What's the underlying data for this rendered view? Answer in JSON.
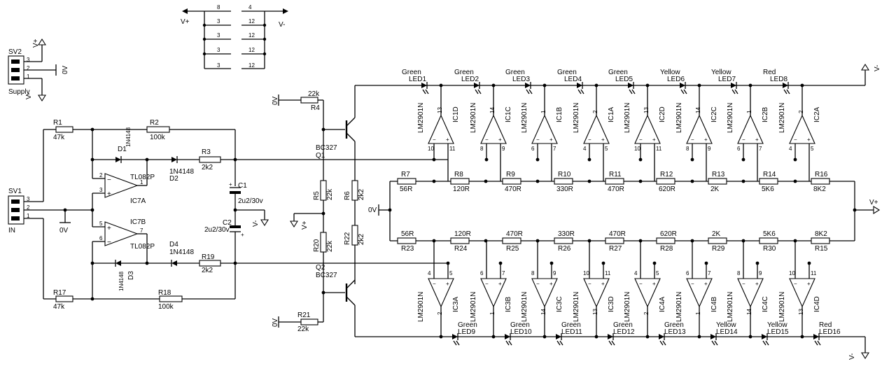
{
  "power_table": {
    "vplus": "V+",
    "vminus": "V-",
    "left": [
      "8",
      "3",
      "3",
      "3",
      "3"
    ],
    "right": [
      "4",
      "12",
      "12",
      "12",
      "12"
    ]
  },
  "sv2": {
    "name": "SV2",
    "label": "Supply",
    "pins": [
      "3",
      "2",
      "1"
    ],
    "vplus": "V+",
    "vminus": "V-",
    "gnd": "0V"
  },
  "sv1": {
    "name": "SV1",
    "label": "IN",
    "pins": [
      "3",
      "2",
      "1"
    ],
    "gnd": "0V"
  },
  "upper": {
    "r1": {
      "name": "R1",
      "value": "47k"
    },
    "r2": {
      "name": "R2",
      "value": "100k"
    },
    "d1": {
      "name": "D1",
      "value": "1N4148"
    },
    "d2": {
      "name": "D2",
      "value": "1N4148"
    },
    "r3": {
      "name": "R3",
      "value": "2k2"
    },
    "opamp": {
      "name": "IC7A",
      "part": "TL082P",
      "pin_minus": "2",
      "pin_plus": "3",
      "pin_out": "1"
    },
    "c1": {
      "name": "C1",
      "value": "2u2/30v"
    }
  },
  "lower": {
    "r17": {
      "name": "R17",
      "value": "47k"
    },
    "r18": {
      "name": "R18",
      "value": "100k"
    },
    "d3": {
      "name": "D3",
      "value": "1N4148"
    },
    "d4": {
      "name": "D4",
      "value": "1N4148"
    },
    "r19": {
      "name": "R19",
      "value": "2k2"
    },
    "opamp": {
      "name": "IC7B",
      "part": "TL082P",
      "pin_plus": "5",
      "pin_minus": "6",
      "pin_out": "7"
    },
    "c2": {
      "name": "C2",
      "value": "2u2/30v"
    }
  },
  "vminus_mid": "V-",
  "q1": {
    "name": "Q1",
    "part": "BC327",
    "r4": "R4",
    "r4_value": "22k",
    "gnd": "0V"
  },
  "q2": {
    "name": "Q2",
    "part": "BC327",
    "r21": "R21",
    "r21_value": "22k",
    "gnd": "0V"
  },
  "r5": {
    "name": "R5",
    "value": "22k"
  },
  "r6": {
    "name": "R6",
    "value": "2k2"
  },
  "r20": {
    "name": "R20",
    "value": "22k"
  },
  "r22": {
    "name": "R22",
    "value": "2k2"
  },
  "vplus_mid": "V+",
  "ladder_gnd": "0V",
  "ladder_vplus": "V+",
  "top_vminus": "V-",
  "bottom_vminus": "V-",
  "top_ladder": [
    {
      "name": "R7",
      "value": "56R"
    },
    {
      "name": "R8",
      "value": "120R"
    },
    {
      "name": "R9",
      "value": "470R"
    },
    {
      "name": "R10",
      "value": "330R"
    },
    {
      "name": "R11",
      "value": "470R"
    },
    {
      "name": "R12",
      "value": "620R"
    },
    {
      "name": "R13",
      "value": "2K"
    },
    {
      "name": "R14",
      "value": "5K6"
    },
    {
      "name": "R16",
      "value": "8K2"
    }
  ],
  "bottom_ladder": [
    {
      "name": "R23",
      "value": "56R"
    },
    {
      "name": "R24",
      "value": "120R"
    },
    {
      "name": "R25",
      "value": "470R"
    },
    {
      "name": "R26",
      "value": "330R"
    },
    {
      "name": "R27",
      "value": "470R"
    },
    {
      "name": "R28",
      "value": "620R"
    },
    {
      "name": "R29",
      "value": "2K"
    },
    {
      "name": "R30",
      "value": "5K6"
    },
    {
      "name": "R15",
      "value": "8K2"
    }
  ],
  "top_comparators": [
    {
      "name": "IC1D",
      "part": "LM2901N",
      "pin_out": "13",
      "pin_minus": "10",
      "pin_plus": "11",
      "led": "LED1",
      "color": "Green"
    },
    {
      "name": "IC1C",
      "part": "LM2901N",
      "pin_out": "14",
      "pin_minus": "8",
      "pin_plus": "9",
      "led": "LED2",
      "color": "Green"
    },
    {
      "name": "IC1B",
      "part": "LM2901N",
      "pin_out": "1",
      "pin_minus": "6",
      "pin_plus": "7",
      "led": "LED3",
      "color": "Green"
    },
    {
      "name": "IC1A",
      "part": "LM2901N",
      "pin_out": "2",
      "pin_minus": "4",
      "pin_plus": "5",
      "led": "LED4",
      "color": "Green"
    },
    {
      "name": "IC2D",
      "part": "LM2901N",
      "pin_out": "13",
      "pin_minus": "10",
      "pin_plus": "11",
      "led": "LED5",
      "color": "Green"
    },
    {
      "name": "IC2C",
      "part": "LM2901N",
      "pin_out": "14",
      "pin_minus": "8",
      "pin_plus": "9",
      "led": "LED6",
      "color": "Yellow"
    },
    {
      "name": "IC2B",
      "part": "LM2901N",
      "pin_out": "1",
      "pin_minus": "6",
      "pin_plus": "7",
      "led": "LED7",
      "color": "Yellow"
    },
    {
      "name": "IC2A",
      "part": "LM2901N",
      "pin_out": "2",
      "pin_minus": "4",
      "pin_plus": "5",
      "led": "LED8",
      "color": "Red"
    }
  ],
  "bottom_comparators": [
    {
      "name": "IC3A",
      "part": "LM2901N",
      "pin_out": "2",
      "pin_minus": "4",
      "pin_plus": "5",
      "led": "LED9",
      "color": "Green"
    },
    {
      "name": "IC3B",
      "part": "LM2901N",
      "pin_out": "1",
      "pin_minus": "6",
      "pin_plus": "7",
      "led": "LED10",
      "color": "Green"
    },
    {
      "name": "IC3C",
      "part": "LM2901N",
      "pin_out": "14",
      "pin_minus": "8",
      "pin_plus": "9",
      "led": "LED11",
      "color": "Green"
    },
    {
      "name": "IC3D",
      "part": "LM2901N",
      "pin_out": "13",
      "pin_minus": "10",
      "pin_plus": "11",
      "led": "LED12",
      "color": "Green"
    },
    {
      "name": "IC4A",
      "part": "LM2901N",
      "pin_out": "2",
      "pin_minus": "4",
      "pin_plus": "5",
      "led": "LED13",
      "color": "Green"
    },
    {
      "name": "IC4B",
      "part": "LM2901N",
      "pin_out": "1",
      "pin_minus": "6",
      "pin_plus": "7",
      "led": "LED14",
      "color": "Yellow"
    },
    {
      "name": "IC4C",
      "part": "LM2901N",
      "pin_out": "14",
      "pin_minus": "8",
      "pin_plus": "9",
      "led": "LED15",
      "color": "Yellow"
    },
    {
      "name": "IC4D",
      "part": "LM2901N",
      "pin_out": "13",
      "pin_minus": "10",
      "pin_plus": "11",
      "led": "LED16",
      "color": "Red"
    }
  ]
}
